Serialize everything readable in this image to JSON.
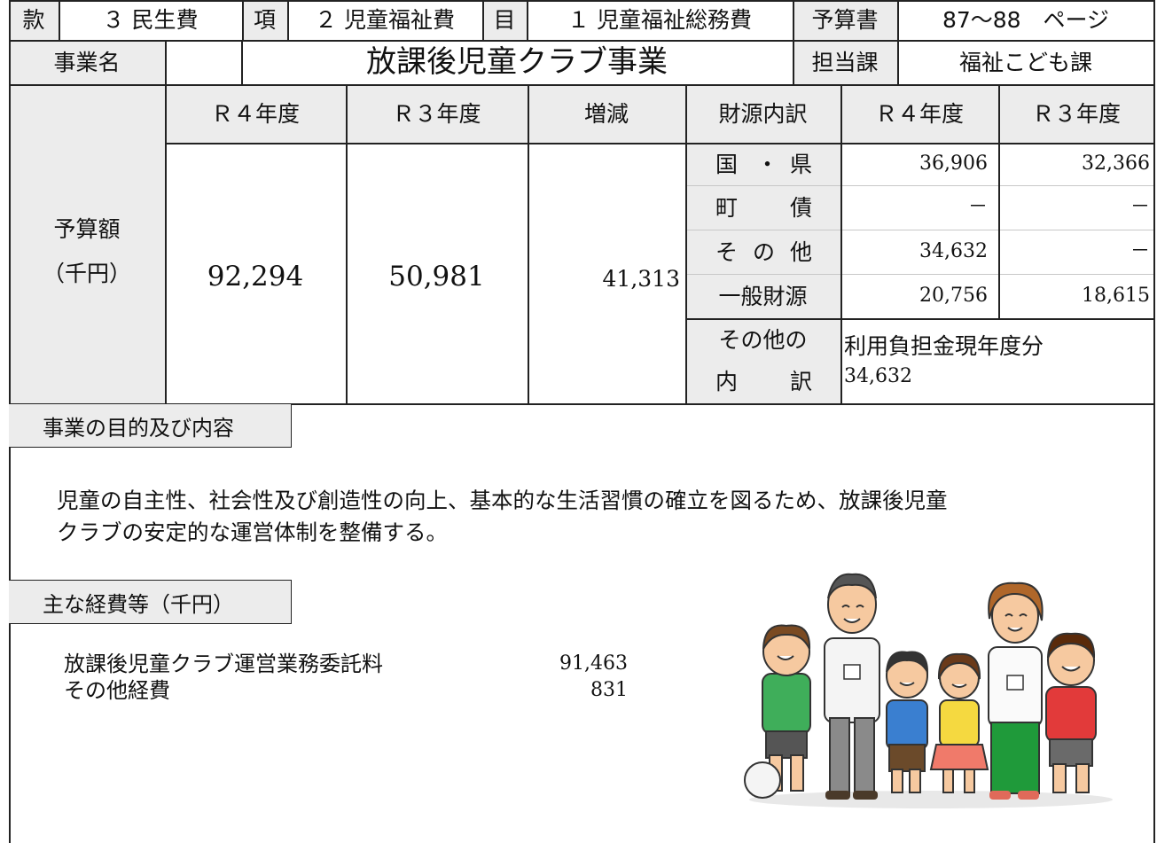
{
  "header": {
    "kan_label": "款",
    "kan_value": "３ 民生費",
    "kou_label": "項",
    "kou_value": "２ 児童福祉費",
    "moku_label": "目",
    "moku_value": "１ 児童福祉総務費",
    "budget_book_label": "予算書",
    "pages": "87～88　ページ",
    "jigyo_label": "事業名",
    "jigyo_name": "放課後児童クラブ事業",
    "tanto_label": "担当課",
    "tanto_value": "福祉こども課"
  },
  "budget": {
    "col_r4": "Ｒ４年度",
    "col_r3": "Ｒ３年度",
    "col_diff": "増減",
    "label_line1": "予算額",
    "label_line2": "（千円）",
    "r4_total": "92,294",
    "r3_total": "50,981",
    "diff_total": "41,313"
  },
  "funding": {
    "header": "財源内訳",
    "col_r4": "Ｒ４年度",
    "col_r3": "Ｒ３年度",
    "rows": [
      {
        "label_a": "国",
        "label_b": "・",
        "label_c": "県",
        "r4": "36,906",
        "r3": "32,366"
      },
      {
        "label_a": "町",
        "label_c": "債",
        "r4": "－",
        "r3": "－"
      },
      {
        "label_a": "そ",
        "label_b": "の",
        "label_c": "他",
        "r4": "34,632",
        "r3": "－"
      },
      {
        "label": "一般財源",
        "r4": "20,756",
        "r3": "18,615"
      }
    ],
    "other_label_line1": "その他の",
    "other_label_a": "内",
    "other_label_c": "訳",
    "other_text": "利用負担金現年度分",
    "other_amount": "34,632"
  },
  "purpose": {
    "heading": "事業の目的及び内容",
    "line1": "児童の自主性、社会性及び創造性の向上、基本的な生活習慣の確立を図るため、放課後児童",
    "line2": "クラブの安定的な運営体制を整備する。"
  },
  "expenses": {
    "heading": "主な経費等（千円）",
    "items": [
      {
        "name": "放課後児童クラブ運営業務委託料",
        "amount": "91,463"
      },
      {
        "name": "その他経費",
        "amount": "831"
      }
    ]
  },
  "colors": {
    "border": "#222222",
    "header_bg": "#ececec"
  },
  "illustration": "adults-and-children-group-illustration"
}
